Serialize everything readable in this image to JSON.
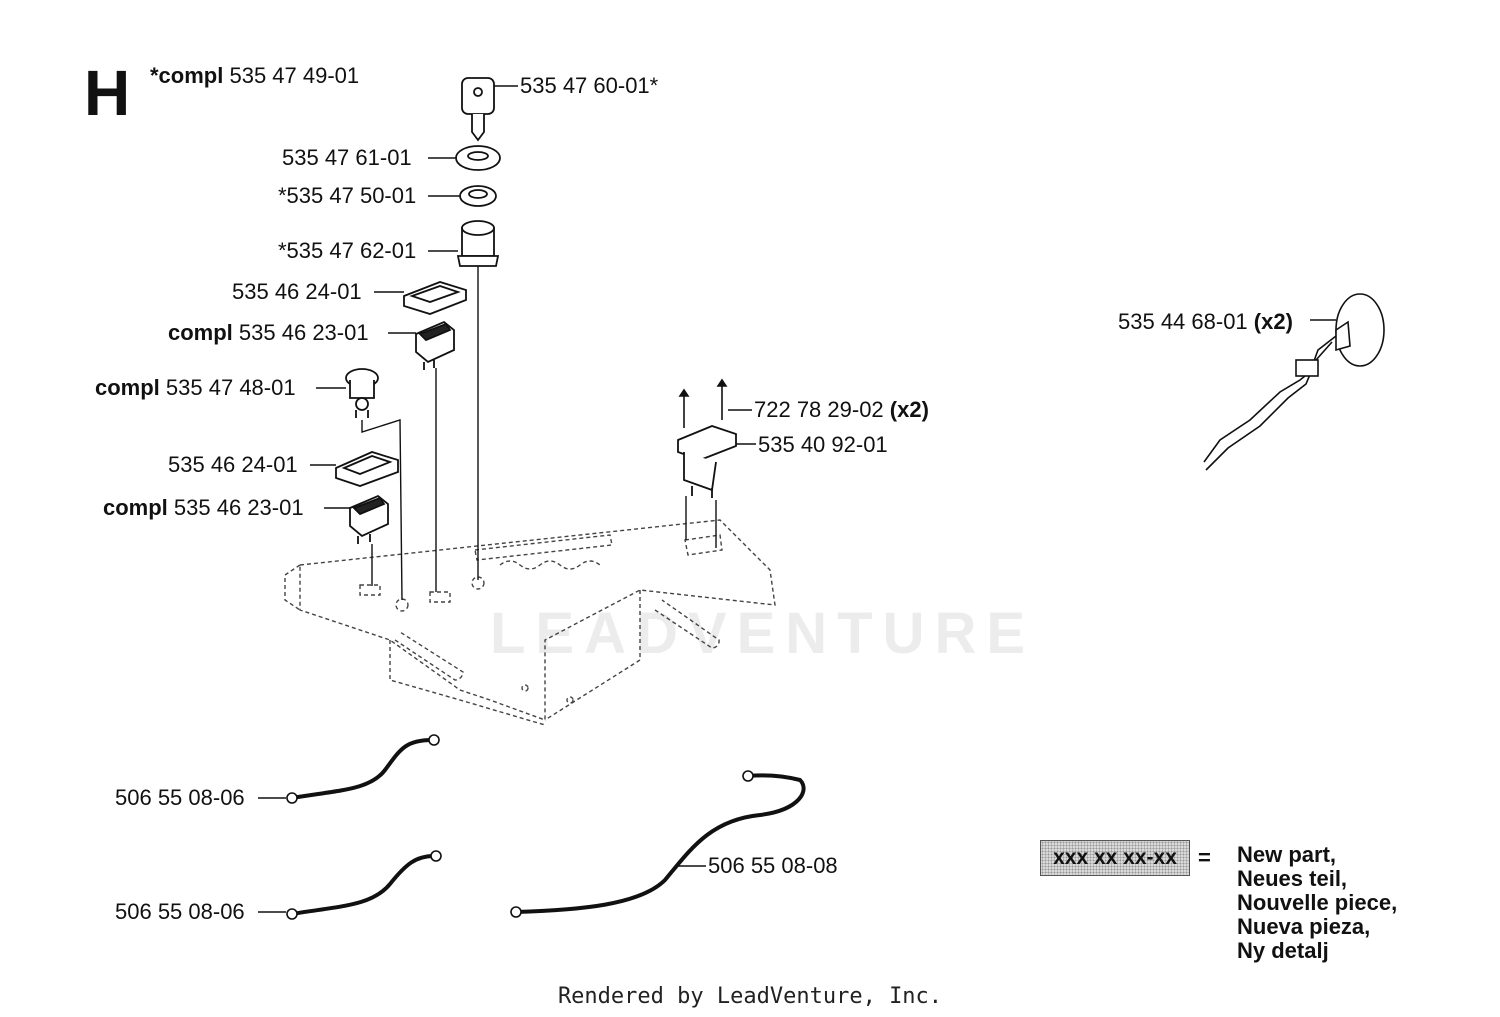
{
  "section": "H",
  "compl_header": {
    "prefix": "*compl",
    "number": "535 47 49-01"
  },
  "labels": {
    "key": "535 47 60-01*",
    "ring": "535 47 61-01",
    "washer": "*535 47 50-01",
    "ignition_switch": "*535 47 62-01",
    "cover_1": "535 46 24-01",
    "switch_1": {
      "prefix": "compl",
      "number": "535 46 23-01"
    },
    "socket": {
      "prefix": "compl",
      "number": "535 47 48-01"
    },
    "cover_2": "535 46 24-01",
    "switch_2": {
      "prefix": "compl",
      "number": "535 46 23-01"
    },
    "screw": {
      "number": "722 78 29-02",
      "qty": "(x2)"
    },
    "relay": "535 40 92-01",
    "lamp": {
      "number": "535 44 68-01",
      "qty": "(x2)"
    },
    "cable_1": "506 55 08-06",
    "cable_2": "506 55 08-06",
    "cable_3": "506 55 08-08"
  },
  "legend": {
    "code": "xxx xx xx-xx",
    "equals": "=",
    "lines": [
      "New part,",
      "Neues teil,",
      "Nouvelle piece,",
      "Nueva pieza,",
      "Ny detalj"
    ]
  },
  "watermark": "LEADVENTURE",
  "footer": "Rendered by LeadVenture, Inc."
}
